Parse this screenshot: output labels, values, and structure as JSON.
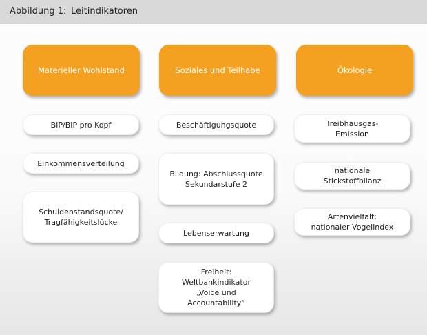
{
  "header": {
    "figure_label": "Abbildung 1:",
    "title": "Leitindikatoren"
  },
  "colors": {
    "category": "#f4a020",
    "header_bg": "#d9d9d9"
  },
  "columns": [
    {
      "category": "Materieller Wohlstand",
      "indicators": [
        "BIP/BIP pro Kopf",
        "Einkommensverteilung",
        "Schuldenstandsquote/\nTragfähigkeitslücke"
      ]
    },
    {
      "category": "Soziales und Teilhabe",
      "indicators": [
        "Beschäftigungsquote",
        "Bildung: Abschlussquote\nSekundarstufe 2",
        "Lebenserwartung",
        "Freiheit:\nWeltbankindikator\n„Voice und\nAccountability“"
      ]
    },
    {
      "category": "Ökologie",
      "indicators": [
        "Treibhausgas-\nEmission",
        "nationale\nStickstoffbilanz",
        "Artenvielfalt:\nnationaler Vogelindex"
      ]
    }
  ]
}
